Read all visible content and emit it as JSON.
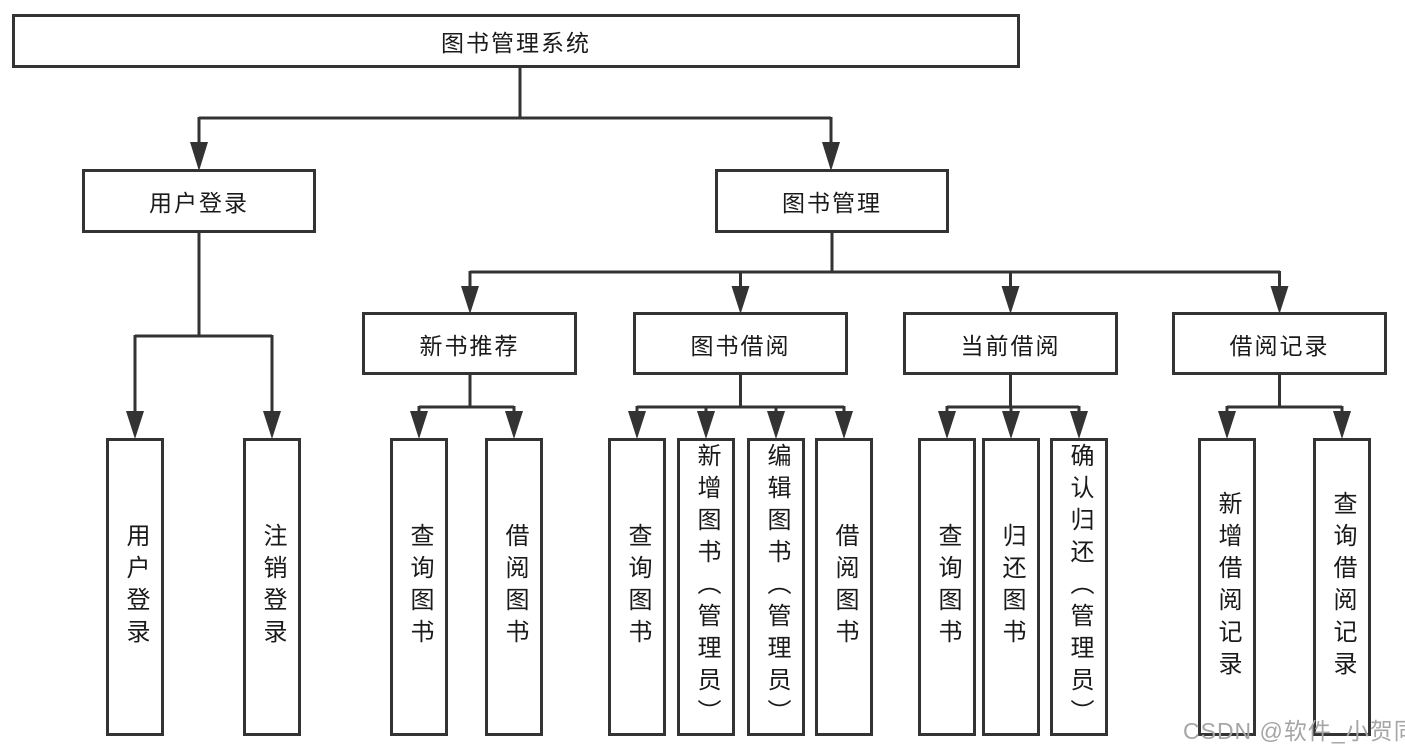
{
  "colors": {
    "line": "#333333",
    "box_border": "#333333",
    "box_background": "#ffffff",
    "text": "#1a1a1a",
    "watermark": "#a6a6a6",
    "page_background": "#ffffff"
  },
  "watermark": "CSDN @软件_小贺同学",
  "tree": {
    "root": {
      "label": "图书管理系统"
    },
    "level2": [
      {
        "label": "用户登录"
      },
      {
        "label": "图书管理"
      }
    ],
    "level3": [
      {
        "label": "新书推荐",
        "parent": "图书管理"
      },
      {
        "label": "图书借阅",
        "parent": "图书管理"
      },
      {
        "label": "当前借阅",
        "parent": "图书管理"
      },
      {
        "label": "借阅记录",
        "parent": "图书管理"
      }
    ],
    "leaves": [
      {
        "label": "用户登录",
        "parent": "用户登录"
      },
      {
        "label": "注销登录",
        "parent": "用户登录"
      },
      {
        "label": "查询图书",
        "parent": "新书推荐"
      },
      {
        "label": "借阅图书",
        "parent": "新书推荐"
      },
      {
        "label": "查询图书",
        "parent": "图书借阅"
      },
      {
        "label": "新增图书（管理员）",
        "parent": "图书借阅"
      },
      {
        "label": "编辑图书（管理员）",
        "parent": "图书借阅"
      },
      {
        "label": "借阅图书",
        "parent": "图书借阅"
      },
      {
        "label": "查询图书",
        "parent": "当前借阅"
      },
      {
        "label": "归还图书",
        "parent": "当前借阅"
      },
      {
        "label": "确认归还（管理员）",
        "parent": "当前借阅"
      },
      {
        "label": "新增借阅记录",
        "parent": "借阅记录"
      },
      {
        "label": "查询借阅记录",
        "parent": "借阅记录"
      }
    ]
  }
}
